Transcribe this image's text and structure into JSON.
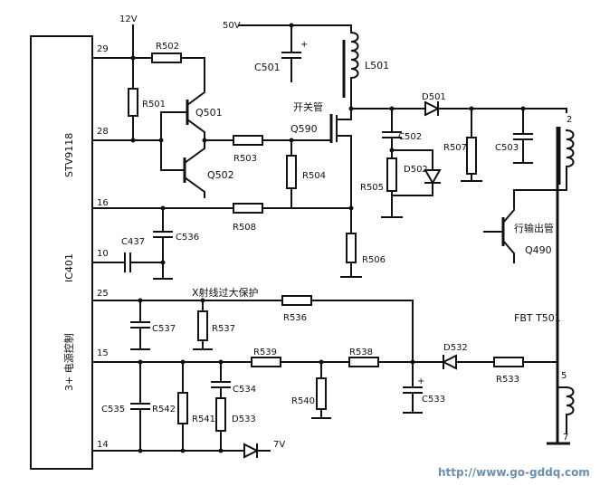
{
  "ic": {
    "name": "STV9118",
    "section": "3+ 电源控制",
    "sub": "IC401",
    "pins": [
      "29",
      "28",
      "16",
      "10",
      "25",
      "15",
      "14"
    ]
  },
  "supplies": {
    "v12": "12V",
    "v50": "50V",
    "v7": "7V"
  },
  "labels": {
    "switch_tube": "开关管",
    "xray_protect": "X射线过大保护",
    "line_output_tube": "行输出管",
    "fbt": "FBT  T501",
    "fbt_pin2": "2",
    "fbt_pin5": "5",
    "fbt_pin7": "7"
  },
  "parts": {
    "R502": "R502",
    "R501": "R501",
    "Q501": "Q501",
    "Q502": "Q502",
    "R503": "R503",
    "R504": "R504",
    "Q590": "Q590",
    "C501": "C501",
    "L501": "L501",
    "D501": "D501",
    "C502": "C502",
    "D502": "D502",
    "R505": "R505",
    "R507": "R507",
    "C503": "C503",
    "R508": "R508",
    "R506": "R506",
    "C437": "C437",
    "C536": "C536",
    "Q490": "Q490",
    "R536": "R536",
    "C537": "C537",
    "R537": "R537",
    "R539": "R539",
    "R538": "R538",
    "D532": "D532",
    "R533": "R533",
    "R540": "R540",
    "C533": "C533",
    "C535": "C535",
    "R542": "R542",
    "R541": "R541",
    "C534": "C534",
    "D533": "D533"
  },
  "footer": {
    "url": "http://www.go-gddq.com"
  }
}
